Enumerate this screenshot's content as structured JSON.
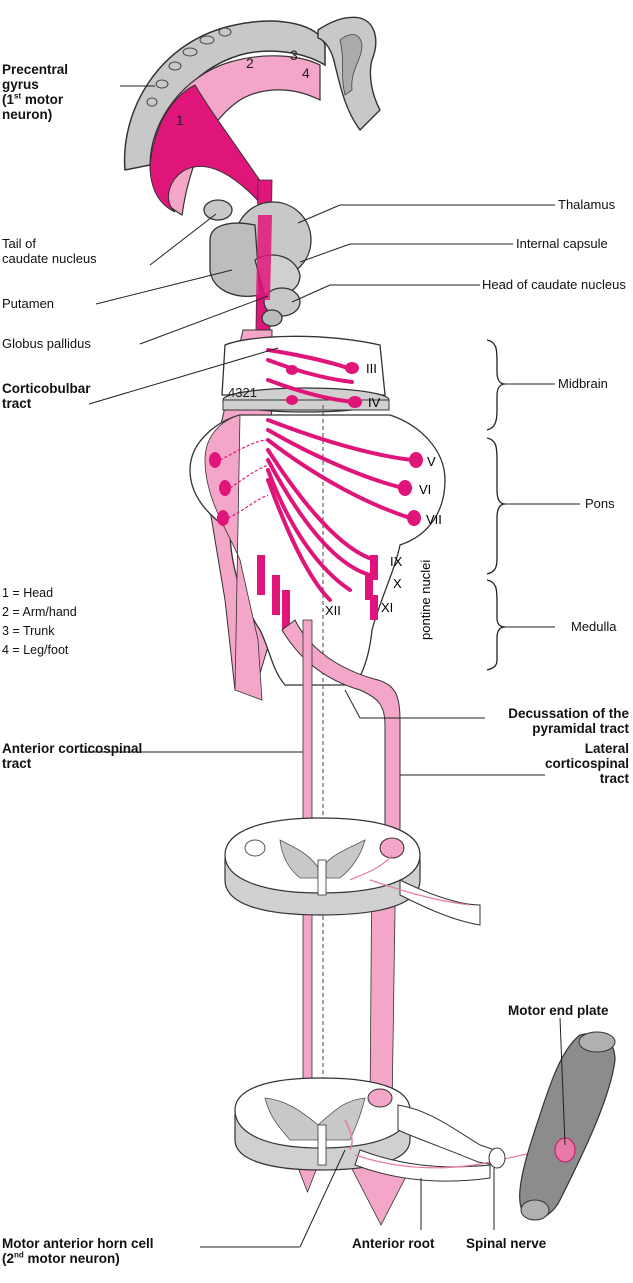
{
  "labels": {
    "precentral": [
      "Precentral",
      "gyrus",
      "(1",
      "st",
      " motor",
      "neuron)"
    ],
    "tail_caudate": [
      "Tail of",
      "caudate nucleus"
    ],
    "putamen": "Putamen",
    "globus": "Globus pallidus",
    "corticobulbar": [
      "Corticobulbar",
      "tract"
    ],
    "thalamus": "Thalamus",
    "internal_capsule": "Internal capsule",
    "head_caudate": "Head of caudate nucleus",
    "midbrain": "Midbrain",
    "pons": "Pons",
    "medulla": "Medulla",
    "decussation": [
      "Decussation of the",
      "pyramidal tract"
    ],
    "anterior_cs": [
      "Anterior corticospinal",
      "tract"
    ],
    "lateral_cs": [
      "Lateral",
      "corticospinal",
      "tract"
    ],
    "motor_end_plate": "Motor end plate",
    "motor_horn": [
      "Motor anterior horn cell",
      "(2",
      "nd",
      " motor neuron)"
    ],
    "anterior_root": "Anterior root",
    "spinal_nerve": "Spinal nerve",
    "pontine_nuclei": "pontine nuclei"
  },
  "cranial_nerves": [
    "III",
    "IV",
    "V",
    "VI",
    "VII",
    "IX",
    "X",
    "XI",
    "XII"
  ],
  "somatotopy_numbers": [
    "1",
    "2",
    "3",
    "4"
  ],
  "brainstem_numbers": "4321",
  "legend": [
    "1 = Head",
    "2 = Arm/hand",
    "3 = Trunk",
    "4 = Leg/foot"
  ],
  "colors": {
    "magenta": "#e0157a",
    "pink": "#f4a6c8",
    "light_pink": "#f8c9dc",
    "gray": "#c8c8c8",
    "dark_gray": "#8c8c8c"
  }
}
